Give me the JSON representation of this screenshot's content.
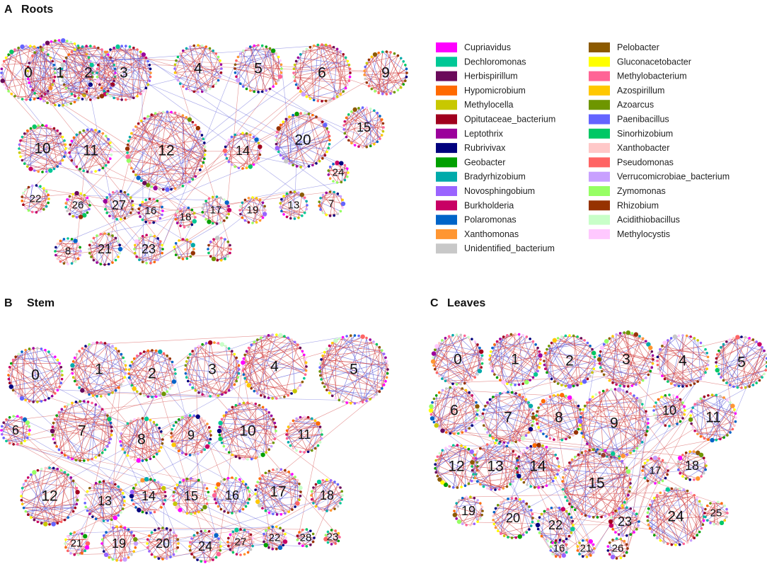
{
  "panels": [
    {
      "id": "roots",
      "letter": "A",
      "title": "Roots",
      "modules": [
        "0",
        "1",
        "2",
        "3",
        "4",
        "5",
        "6",
        "9",
        "10",
        "11",
        "12",
        "14",
        "20",
        "15",
        "24",
        "22",
        "26",
        "27",
        "16",
        "18",
        "17",
        "19",
        "13",
        "7",
        "8",
        "21",
        "23"
      ]
    },
    {
      "id": "stem",
      "letter": "B",
      "title": "Stem",
      "modules": [
        "0",
        "1",
        "2",
        "3",
        "4",
        "5",
        "6",
        "7",
        "8",
        "9",
        "10",
        "11",
        "12",
        "13",
        "14",
        "15",
        "16",
        "17",
        "18",
        "21",
        "19",
        "20",
        "24",
        "27",
        "22",
        "28",
        "23"
      ]
    },
    {
      "id": "leaves",
      "letter": "C",
      "title": "Leaves",
      "modules": [
        "0",
        "1",
        "2",
        "3",
        "4",
        "5",
        "6",
        "7",
        "8",
        "9",
        "10",
        "11",
        "12",
        "13",
        "14",
        "15",
        "17",
        "18",
        "19",
        "20",
        "22",
        "23",
        "24",
        "25",
        "16",
        "21",
        "26"
      ]
    }
  ],
  "legend": {
    "col1": [
      {
        "name": "Cupriavidus",
        "color": "#ff00ff"
      },
      {
        "name": "Dechloromonas",
        "color": "#00c896"
      },
      {
        "name": "Herbispirillum",
        "color": "#6a0a5a"
      },
      {
        "name": "Hypomicrobium",
        "color": "#ff6a00"
      },
      {
        "name": "Methylocella",
        "color": "#c8c800"
      },
      {
        "name": "Opitutaceae_bacterium",
        "color": "#a0001e"
      },
      {
        "name": "Leptothrix",
        "color": "#9b009b"
      },
      {
        "name": "Rubrivivax",
        "color": "#00007d"
      },
      {
        "name": "Geobacter",
        "color": "#00a000"
      },
      {
        "name": "Bradyrhizobium",
        "color": "#00aaaa"
      },
      {
        "name": "Novosphingobium",
        "color": "#9a64ff"
      },
      {
        "name": "Burkholderia",
        "color": "#c80064"
      },
      {
        "name": "Polaromonas",
        "color": "#0064c8"
      },
      {
        "name": "Xanthomonas",
        "color": "#ff9632"
      },
      {
        "name": "Unidentified_bacterium",
        "color": "#c8c8c8"
      }
    ],
    "col2": [
      {
        "name": "Pelobacter",
        "color": "#8c5a00"
      },
      {
        "name": "Gluconacetobacter",
        "color": "#ffff00"
      },
      {
        "name": "Methylobacterium",
        "color": "#ff6496"
      },
      {
        "name": "Azospirillum",
        "color": "#ffc800"
      },
      {
        "name": "Azoarcus",
        "color": "#6e9600"
      },
      {
        "name": "Paenibacillus",
        "color": "#6464ff"
      },
      {
        "name": "Sinorhizobium",
        "color": "#00c864"
      },
      {
        "name": "Xanthobacter",
        "color": "#ffc8c8"
      },
      {
        "name": "Pseudomonas",
        "color": "#ff6464"
      },
      {
        "name": "Verrucomicrobiae_bacterium",
        "color": "#c8a0ff"
      },
      {
        "name": "Zymomonas",
        "color": "#96ff64"
      },
      {
        "name": "Rhizobium",
        "color": "#963200"
      },
      {
        "name": "Acidithiobacillus",
        "color": "#c8ffc8"
      },
      {
        "name": "Methylocystis",
        "color": "#ffc8ff"
      }
    ]
  },
  "edge_colors": {
    "positive": "#d23c3c",
    "negative": "#5a5ad7"
  }
}
